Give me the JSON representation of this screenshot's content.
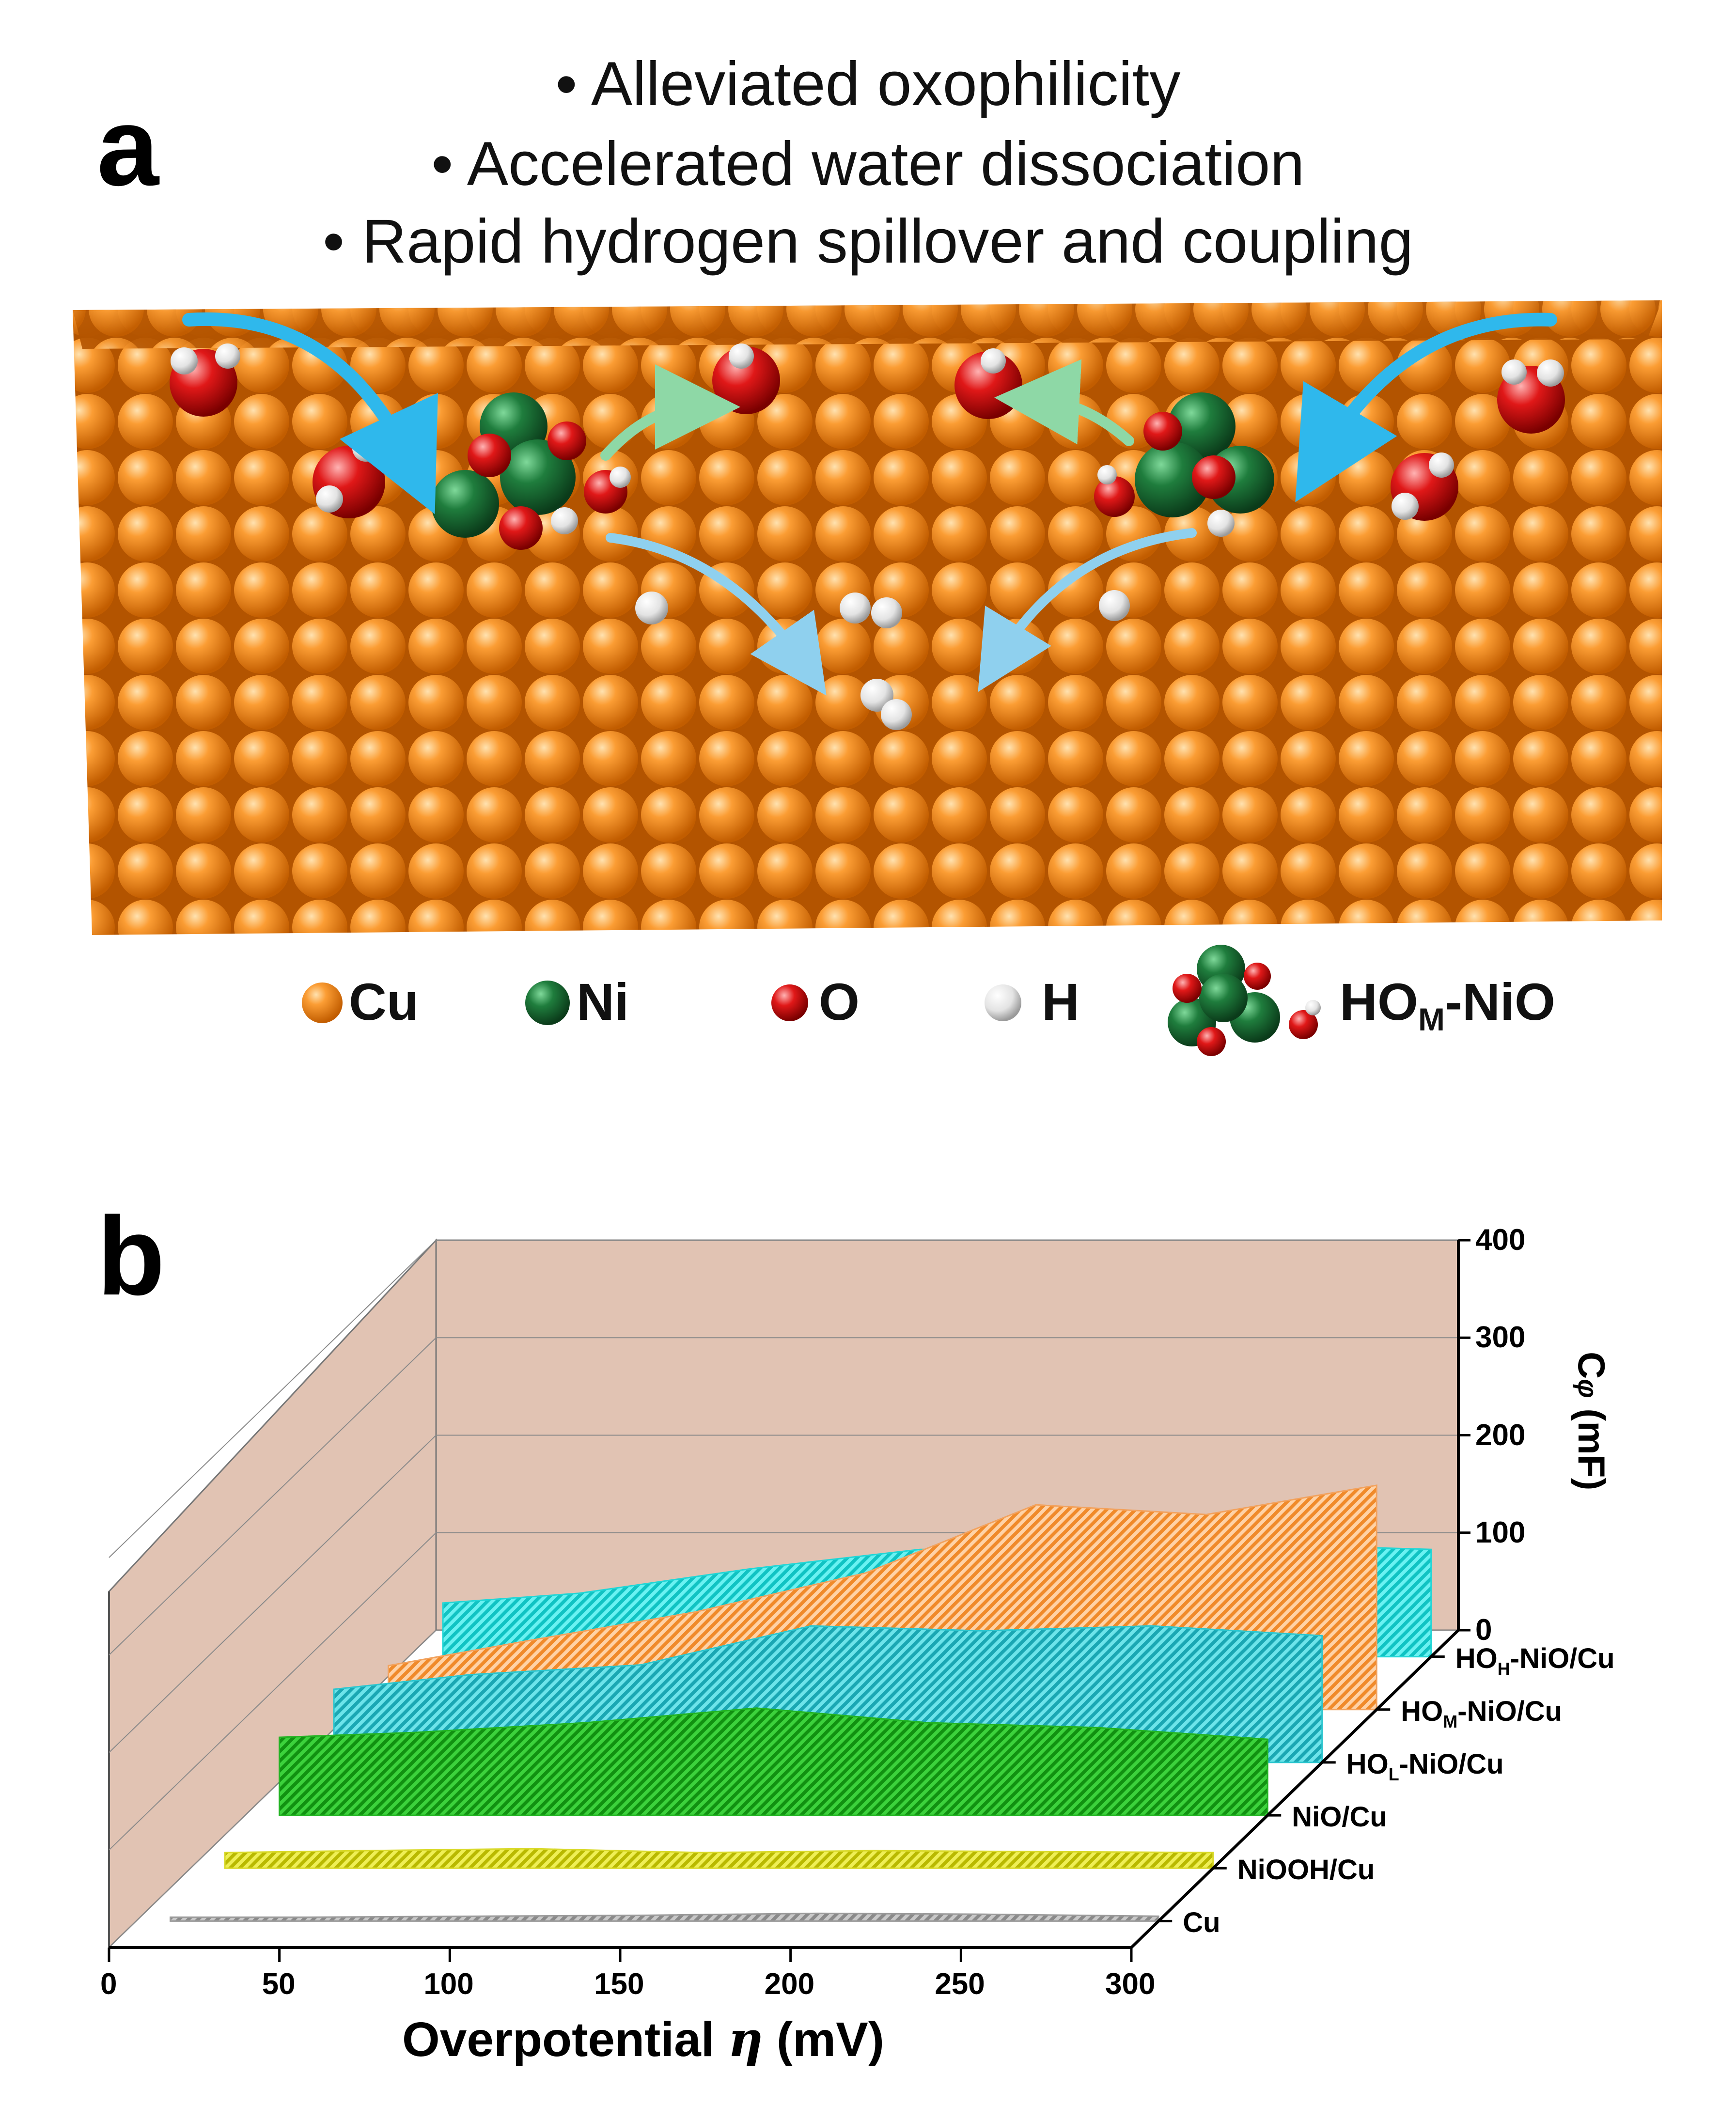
{
  "panel_a": {
    "label": "a",
    "bullets": [
      "•  Alleviated oxophilicity",
      "•  Accelerated water dissociation",
      "•  Rapid hydrogen spillover and coupling"
    ],
    "legend": [
      {
        "symbol": "Cu",
        "text": "Cu",
        "color": "#F08A1C"
      },
      {
        "symbol": "Ni",
        "text": "Ni",
        "color": "#1E7A3A"
      },
      {
        "symbol": "O",
        "text": "O",
        "color": "#E01E1E"
      },
      {
        "symbol": "H",
        "text": "H",
        "color": "#E6E6E6"
      }
    ],
    "cluster_label_main": "HO",
    "cluster_label_sub": "M",
    "cluster_label_tail": "-NiO"
  },
  "panel_b": {
    "label": "b"
  },
  "chart_data": {
    "type": "area",
    "x_label_main": "Overpotential ",
    "x_label_symbol": "η",
    "x_label_unit": " (mV)",
    "y_label_main": "C",
    "y_label_sub": "φ",
    "y_label_unit": " (mF)",
    "x_ticks": [
      "0",
      "50",
      "100",
      "150",
      "200",
      "250",
      "300"
    ],
    "y_ticks": [
      "0",
      "100",
      "200",
      "300",
      "400"
    ],
    "xlim": [
      0,
      300
    ],
    "ylim": [
      0,
      400
    ],
    "x": [
      10,
      50,
      100,
      150,
      200,
      250,
      300
    ],
    "series": [
      {
        "name": "Cu",
        "label_main": "Cu",
        "label_sub": "",
        "label_tail": "",
        "color": "#9a9a9a",
        "values": [
          4,
          4,
          5,
          6,
          8,
          7,
          5
        ]
      },
      {
        "name": "NiOOH/Cu",
        "label_main": "NiOOH/Cu",
        "label_sub": "",
        "label_tail": "",
        "color": "#d9d92a",
        "values": [
          16,
          18,
          20,
          16,
          18,
          17,
          16
        ]
      },
      {
        "name": "NiO/Cu",
        "label_main": "NiO/Cu",
        "label_sub": "",
        "label_tail": "",
        "color": "#22b322",
        "values": [
          80,
          85,
          95,
          110,
          95,
          90,
          78
        ]
      },
      {
        "name": "HOL-NiO/Cu",
        "label_main": "HO",
        "label_sub": "L",
        "label_tail": "-NiO/Cu",
        "color": "#2cc6cf",
        "values": [
          75,
          90,
          100,
          140,
          135,
          140,
          130
        ]
      },
      {
        "name": "HOM-NiO/Cu",
        "label_main": "HO",
        "label_sub": "M",
        "label_tail": "-NiO/Cu",
        "color": "#f2a25e",
        "values": [
          45,
          70,
          100,
          140,
          210,
          200,
          230
        ]
      },
      {
        "name": "HOH-NiO/Cu",
        "label_main": "HO",
        "label_sub": "H",
        "label_tail": "-NiO/Cu",
        "color": "#21d6d6",
        "values": [
          55,
          65,
          90,
          110,
          110,
          115,
          110
        ]
      }
    ]
  }
}
